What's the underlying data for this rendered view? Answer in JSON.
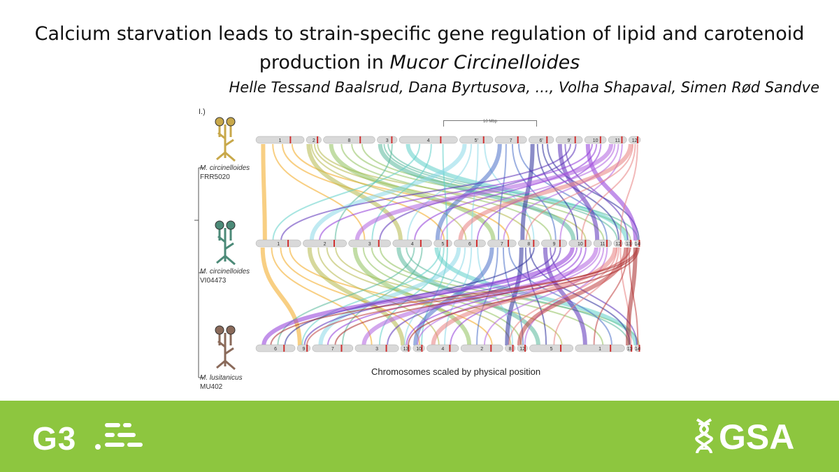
{
  "header": {
    "title_line1": "Calcium starvation leads to strain-specific gene regulation of lipid and carotenoid",
    "title_line2_prefix": "production in ",
    "title_line2_italic": "Mucor Circinelloides",
    "authors": "Helle Tessand Baalsrud, Dana Byrtusova, ..., Volha Shapaval, Simen Rød Sandve"
  },
  "figure": {
    "panel_label": "I.)",
    "scale_label": "10 Mbp",
    "xlabel": "Chromosomes scaled by physical position",
    "species": [
      {
        "name": "M. circinelloides",
        "strain": "FRR5020",
        "color": "#c8a84a"
      },
      {
        "name": "M. circinelloides",
        "strain": "VI04473",
        "color": "#4c8a78"
      },
      {
        "name": "M. lusitanicus",
        "strain": "MU402",
        "color": "#8a6a5a"
      }
    ],
    "tracks": [
      {
        "chromosomes": [
          "1",
          "2",
          "8",
          "3",
          "4",
          "5'",
          "7",
          "6'",
          "9'",
          "10",
          "11",
          "12"
        ]
      },
      {
        "chromosomes": [
          "1",
          "2",
          "3",
          "4",
          "5",
          "6",
          "7",
          "8",
          "9",
          "10",
          "11",
          "12",
          "13",
          "14"
        ]
      },
      {
        "chromosomes": [
          "6",
          "9",
          "7",
          "3",
          "13",
          "10",
          "4",
          "2",
          "8",
          "12",
          "5",
          "1",
          "11",
          "14"
        ]
      }
    ]
  },
  "footer": {
    "journal_logo": "G3",
    "publisher_logo": "GSA",
    "background_color": "#8dc63f"
  }
}
